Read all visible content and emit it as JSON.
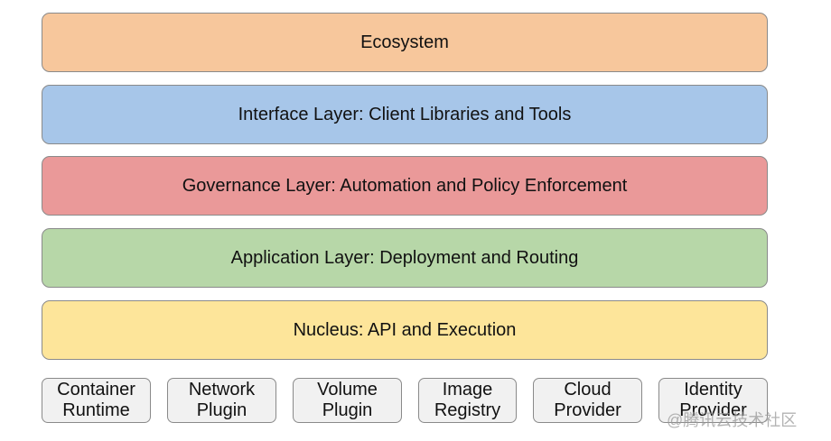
{
  "layers": [
    {
      "label": "Ecosystem",
      "color": "#f7c79c"
    },
    {
      "label": "Interface Layer: Client Libraries and Tools",
      "color": "#a7c6e9"
    },
    {
      "label": "Governance Layer: Automation and Policy Enforcement",
      "color": "#ea9999"
    },
    {
      "label": "Application Layer: Deployment and Routing",
      "color": "#b7d7a8"
    },
    {
      "label": "Nucleus: API and Execution",
      "color": "#fde59a"
    }
  ],
  "plugins": [
    {
      "line1": "Container",
      "line2": "Runtime"
    },
    {
      "line1": "Network",
      "line2": "Plugin"
    },
    {
      "line1": "Volume",
      "line2": "Plugin"
    },
    {
      "line1": "Image",
      "line2": "Registry"
    },
    {
      "line1": "Cloud",
      "line2": "Provider"
    },
    {
      "line1": "Identity",
      "line2": "Provider"
    }
  ],
  "watermark": "@腾讯云技术社区"
}
